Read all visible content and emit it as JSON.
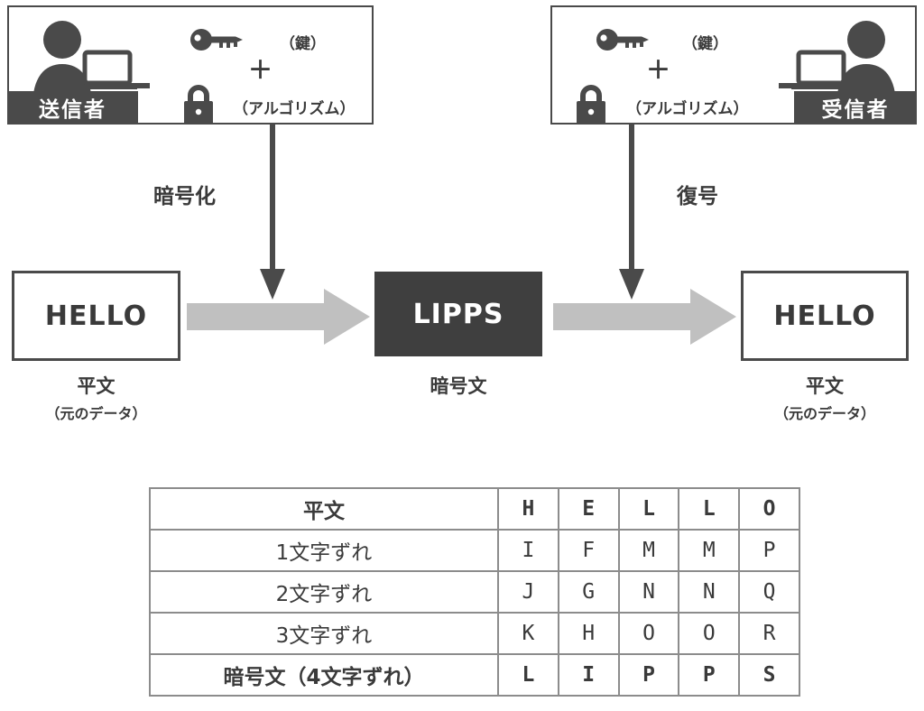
{
  "diagram": {
    "title": "共通鍵暗号方式の図",
    "colors": {
      "ink": "#3a3a3a",
      "border": "#4a4a4a",
      "cipher_fill": "#3f3f3f",
      "arrow_light": "#c0c0c0",
      "grid": "#8c8c8c",
      "badge_fill": "#4a4a4a"
    }
  },
  "sender_panel": {
    "role_label": "送信者",
    "person_icon": "person-with-laptop-icon",
    "key_icon": "key-icon",
    "key_label": "（鍵）",
    "plus": "＋",
    "lock_icon": "padlock-icon",
    "lock_label": "（アルゴリズム）"
  },
  "receiver_panel": {
    "role_label": "受信者",
    "person_icon": "person-with-laptop-icon",
    "key_icon": "key-icon",
    "key_label": "（鍵）",
    "plus": "＋",
    "lock_icon": "padlock-icon",
    "lock_label": "（アルゴリズム）"
  },
  "process": {
    "encrypt_label": "暗号化",
    "decrypt_label": "復号"
  },
  "flow": {
    "plaintext_in": {
      "value": "HELLO",
      "caption_main": "平文",
      "caption_sub": "（元のデータ）"
    },
    "ciphertext": {
      "value": "LIPPS",
      "caption_main": "暗号文"
    },
    "plaintext_out": {
      "value": "HELLO",
      "caption_main": "平文",
      "caption_sub": "（元のデータ）"
    }
  },
  "shift_table": {
    "rows": [
      {
        "label": "平文",
        "bold": true,
        "cells": [
          "H",
          "E",
          "L",
          "L",
          "O"
        ]
      },
      {
        "label": "1文字ずれ",
        "bold": false,
        "cells": [
          "I",
          "F",
          "M",
          "M",
          "P"
        ]
      },
      {
        "label": "2文字ずれ",
        "bold": false,
        "cells": [
          "J",
          "G",
          "N",
          "N",
          "Q"
        ]
      },
      {
        "label": "3文字ずれ",
        "bold": false,
        "cells": [
          "K",
          "H",
          "O",
          "O",
          "R"
        ]
      },
      {
        "label": "暗号文（4文字ずれ）",
        "bold": true,
        "cells": [
          "L",
          "I",
          "P",
          "P",
          "S"
        ]
      }
    ]
  }
}
